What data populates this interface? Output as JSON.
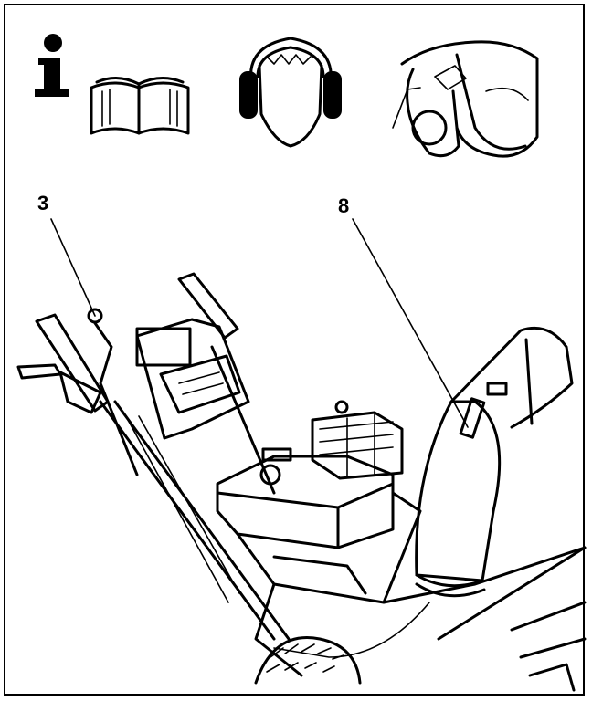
{
  "icons": [
    {
      "name": "information-icon",
      "glyph": "i"
    },
    {
      "name": "manual-book-icon"
    },
    {
      "name": "hearing-protection-icon"
    },
    {
      "name": "eye-protection-icon"
    }
  ],
  "callouts": [
    {
      "id": "3",
      "label": "3"
    },
    {
      "id": "8",
      "label": "8"
    }
  ],
  "colors": {
    "ink": "#000000",
    "paper": "#ffffff"
  }
}
